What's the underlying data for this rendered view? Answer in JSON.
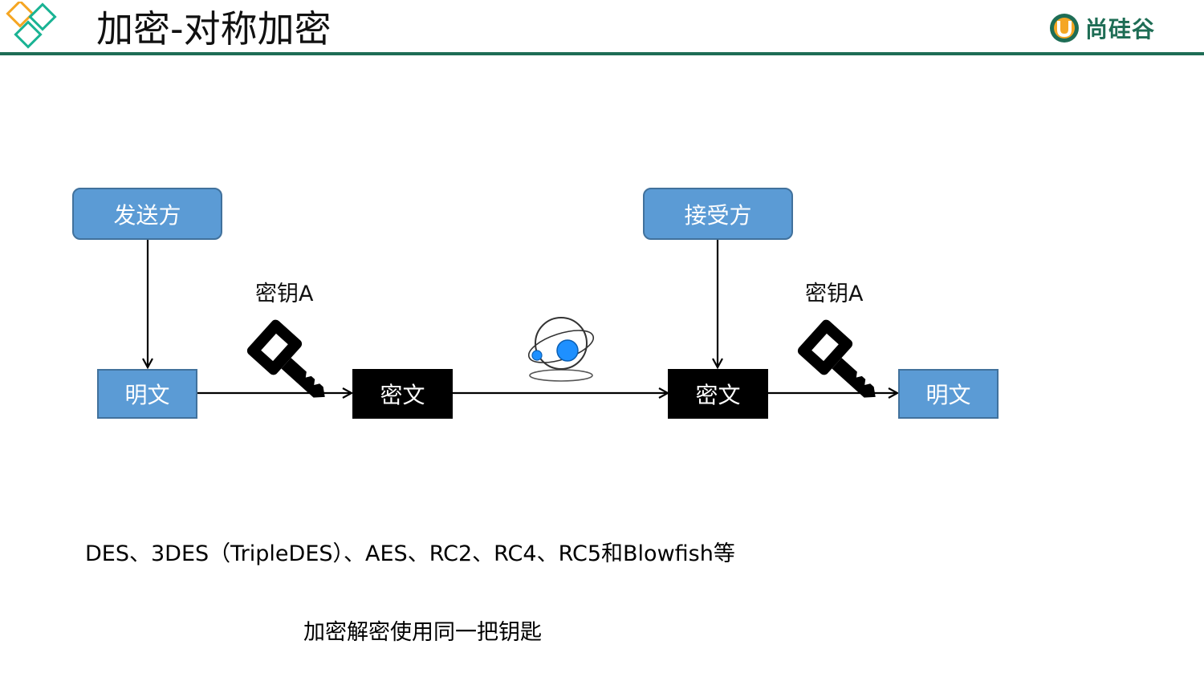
{
  "title": "加密-对称加密",
  "brand": {
    "name": "尚硅谷",
    "mark": "U"
  },
  "diagram": {
    "sender": "发送方",
    "receiver": "接受方",
    "plaintext_left": "明文",
    "ciphertext_left": "密文",
    "ciphertext_right": "密文",
    "plaintext_right": "明文",
    "key_left": "密钥A",
    "key_right": "密钥A"
  },
  "algorithms": "DES、3DES（TripleDES）、AES、RC2、RC4、RC5和Blowfish等",
  "note": "加密解密使用同一把钥匙",
  "colors": {
    "box_fill": "#5b9bd5",
    "box_border": "#41719c",
    "cipher_fill": "#000000",
    "rule": "#1e6d55",
    "logo_orange": "#f5a623",
    "logo_teal": "#1ab394",
    "planet_blue": "#1e90ff"
  },
  "icons": {
    "key": "key-icon",
    "planet": "planet-icon",
    "logo": "diamond-logo-icon"
  }
}
